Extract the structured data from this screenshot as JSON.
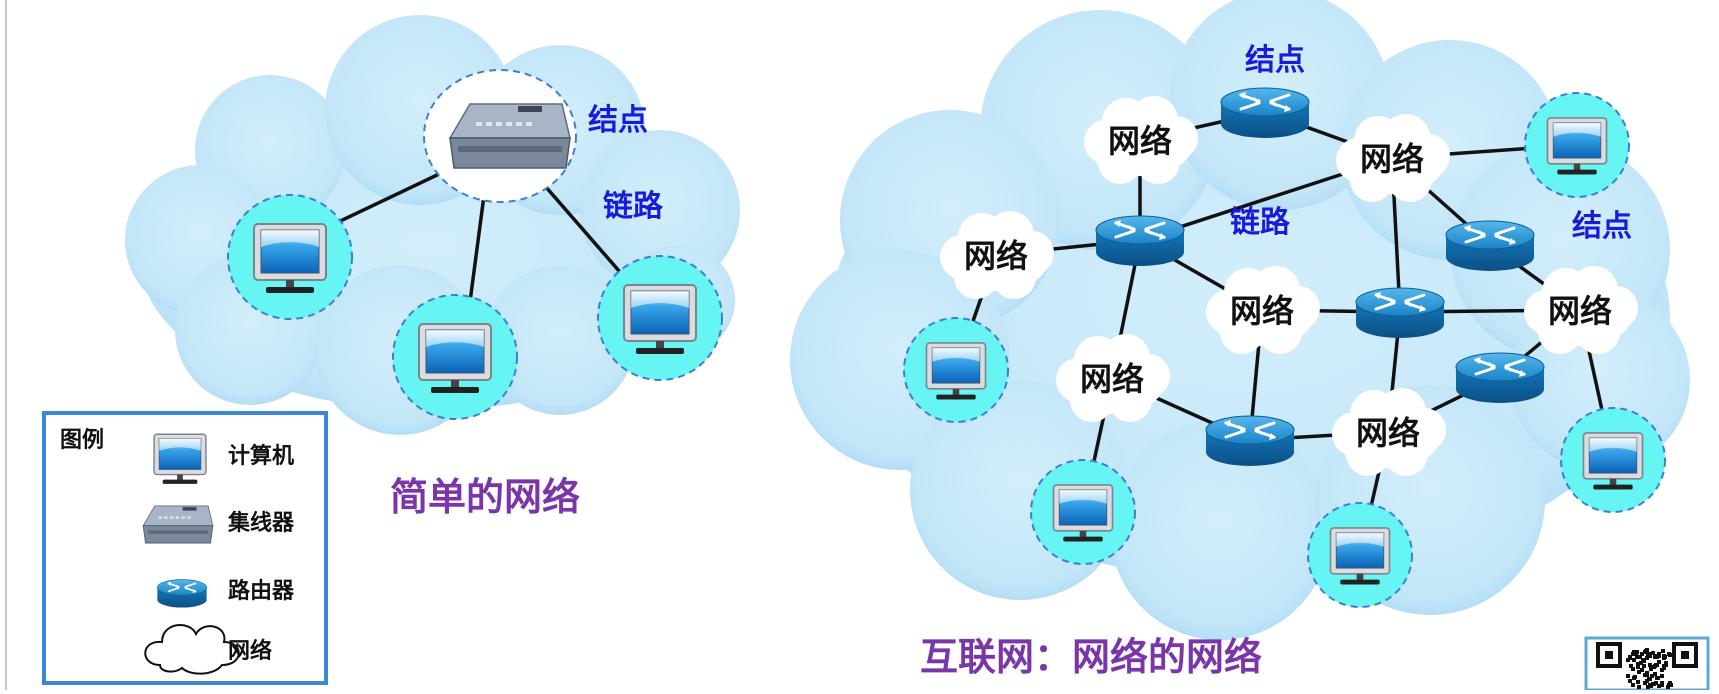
{
  "simple_network": {
    "title": "简单的网络",
    "node_label": "结点",
    "link_label": "链路"
  },
  "internet": {
    "title": "互联网：网络的网络",
    "node_label": "结点",
    "link_label": "链路",
    "network_label": "网络"
  },
  "legend": {
    "heading": "图例",
    "items": [
      {
        "label": "计算机",
        "icon": "computer-icon"
      },
      {
        "label": "集线器",
        "icon": "hub-icon"
      },
      {
        "label": "路由器",
        "icon": "router-icon"
      },
      {
        "label": "网络",
        "icon": "network-cloud-icon"
      }
    ]
  },
  "colors": {
    "cloud_fill": "#c3e6f8",
    "node_halo": "#66f5f2",
    "router": "#1e8fcf",
    "label_blue": "#1a1adc",
    "title_purple": "#7a35a8",
    "legend_border": "#3b86d6"
  }
}
